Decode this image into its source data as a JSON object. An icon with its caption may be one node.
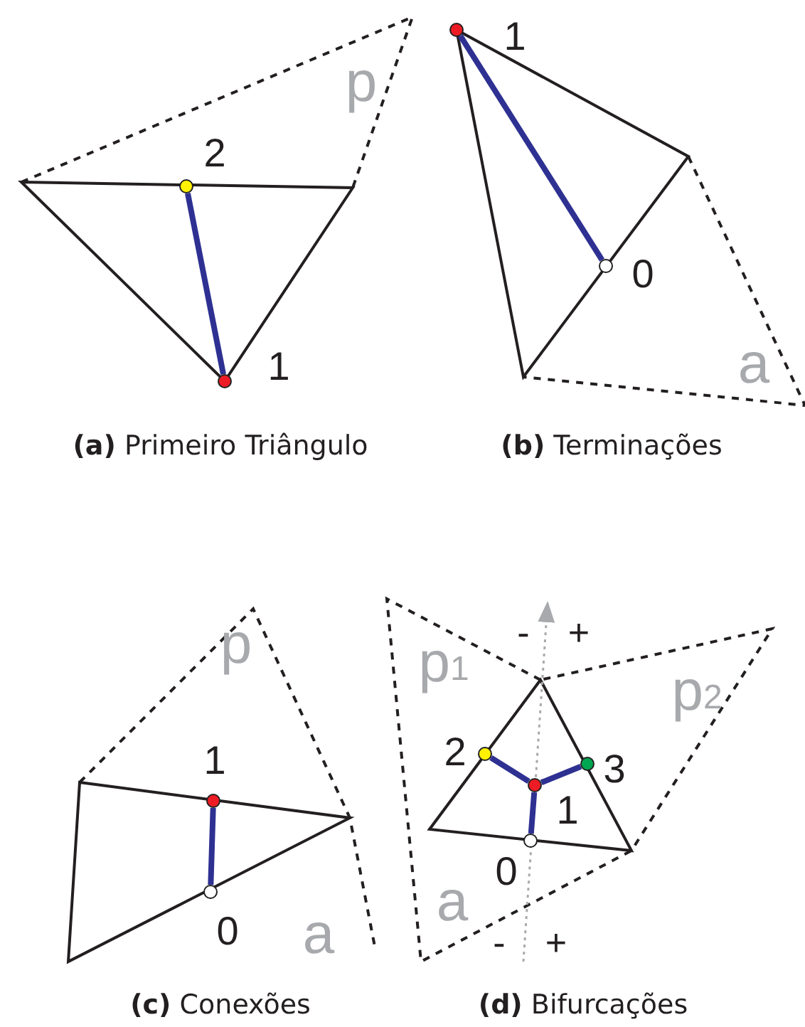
{
  "diagram": {
    "nodes": [
      {
        "text": [],
        "shape": "circle",
        "beside": [
          "2"
        ]
      },
      {
        "text": [],
        "shape": "circle",
        "beside": [
          "1"
        ]
      },
      {
        "text": [],
        "shape": "circle",
        "beside": [
          "1"
        ]
      },
      {
        "text": [],
        "shape": "circle",
        "beside": [
          "0"
        ]
      },
      {
        "text": [],
        "shape": "circle",
        "beside": [
          "1"
        ]
      },
      {
        "text": [],
        "shape": "circle",
        "beside": [
          "0"
        ]
      },
      {
        "text": [],
        "shape": "circle",
        "beside": [
          "2"
        ]
      },
      {
        "text": [],
        "shape": "circle",
        "beside": [
          "1"
        ]
      },
      {
        "text": [],
        "shape": "circle",
        "beside": [
          "3"
        ]
      },
      {
        "text": [],
        "shape": "circle",
        "beside": [
          "0"
        ]
      }
    ],
    "edges": [
      {
        "from": 1,
        "to": 0,
        "arrow": "none"
      },
      {
        "from": 2,
        "to": 3,
        "arrow": "none"
      },
      {
        "from": 4,
        "to": 5,
        "arrow": "none"
      },
      {
        "from": 7,
        "to": 6,
        "arrow": "none"
      },
      {
        "from": 7,
        "to": 8,
        "arrow": "none"
      },
      {
        "from": 7,
        "to": 9,
        "arrow": "none"
      }
    ],
    "labels": [
      "p",
      "a",
      "**(a)** Primeiro Triângulo",
      "**(b)** Terminações",
      "p",
      "a",
      "-",
      "+",
      "p$_{1}$",
      "p$_{2}$",
      "a",
      "-",
      "+",
      "**(c)** Conexões",
      "**(d)** Bifurcações"
    ]
  }
}
